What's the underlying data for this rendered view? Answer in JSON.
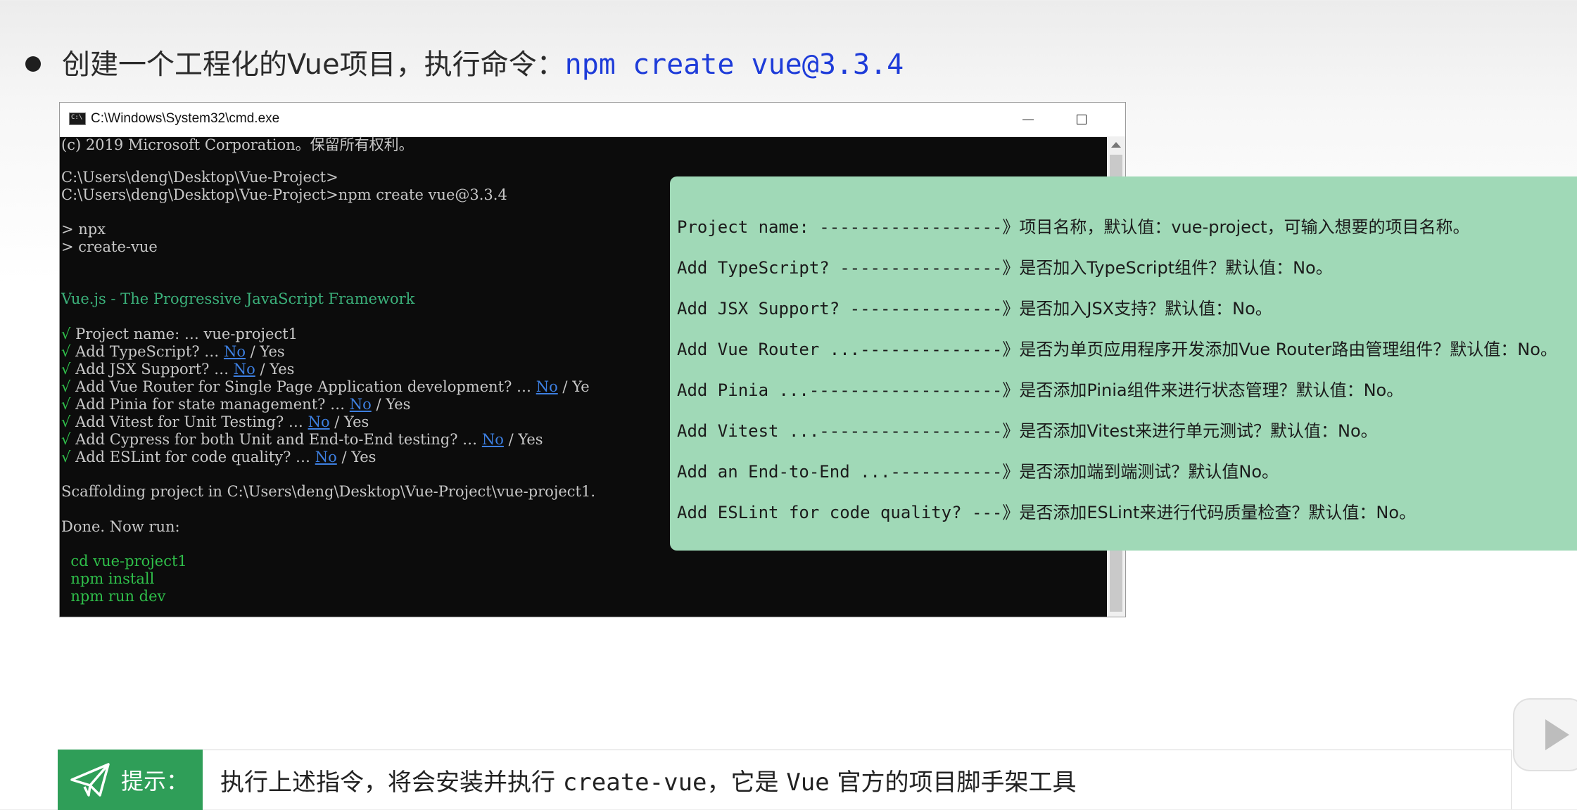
{
  "heading": {
    "text": "创建一个工程化的Vue项目，执行命令：",
    "command": "npm create vue@3.3.4"
  },
  "window": {
    "title": "C:\\Windows\\System32\\cmd.exe"
  },
  "console": {
    "copyright": "(c) 2019 Microsoft Corporation。保留所有权利。",
    "prompt1": "C:\\Users\\deng\\Desktop\\Vue-Project>",
    "prompt2": "C:\\Users\\deng\\Desktop\\Vue-Project>npm create vue@3.3.4",
    "npx": "> npx",
    "create_vue": "> create-vue",
    "banner": "Vue.js - The Progressive JavaScript Framework",
    "check": "√",
    "q1": " Project name: … vue-project1",
    "q2": " Add TypeScript? … ",
    "q3": " Add JSX Support? … ",
    "q4": " Add Vue Router for Single Page Application development? … ",
    "q5": " Add Pinia for state management? … ",
    "q6": " Add Vitest for Unit Testing? … ",
    "q7": " Add Cypress for both Unit and End-to-End testing? … ",
    "q8": " Add ESLint for code quality? … ",
    "no": "No",
    "sep": " / ",
    "yes": "Yes",
    "yes_cut": "Ye",
    "scaffolding": "Scaffolding project in C:\\Users\\deng\\Desktop\\Vue-Project\\vue-project1.",
    "done": "Done. Now run:",
    "cmd1": "  cd vue-project1",
    "cmd2": "  npm install",
    "cmd3": "  npm run dev"
  },
  "overlay": {
    "rows": [
      {
        "en": "Project name: ------------------》",
        "zh": "项目名称，默认值：vue-project，可输入想要的项目名称。"
      },
      {
        "en": "Add TypeScript? ----------------》",
        "zh": "是否加入TypeScript组件？默认值：No。"
      },
      {
        "en": "Add JSX Support? ---------------》",
        "zh": "是否加入JSX支持？默认值：No。"
      },
      {
        "en": "Add Vue Router ...--------------》",
        "zh": "是否为单页应用程序开发添加Vue Router路由管理组件？默认值：No。"
      },
      {
        "en": "Add Pinia ...-------------------》",
        "zh": "是否添加Pinia组件来进行状态管理？默认值：No。"
      },
      {
        "en": "Add Vitest ...------------------》",
        "zh": "是否添加Vitest来进行单元测试？默认值：No。"
      },
      {
        "en": "Add an End-to-End ...-----------》",
        "zh": "是否添加端到端测试？默认值No。"
      },
      {
        "en": "Add ESLint for code quality? ---》",
        "zh": "是否添加ESLint来进行代码质量检查？默认值：No。"
      }
    ]
  },
  "tip": {
    "label": "提示：",
    "text_before": "执行上述指令，将会安装并执行 ",
    "code1": "create-vue",
    "text_mid": "，它是 ",
    "code2": "Vue",
    "text_after": " 官方的项目脚手架工具"
  },
  "colors": {
    "overlay_bg": "#a0d9b7",
    "tip_green": "#2f9e58",
    "command_blue": "#1e3cd9",
    "console_bg": "#0c0c0c"
  }
}
